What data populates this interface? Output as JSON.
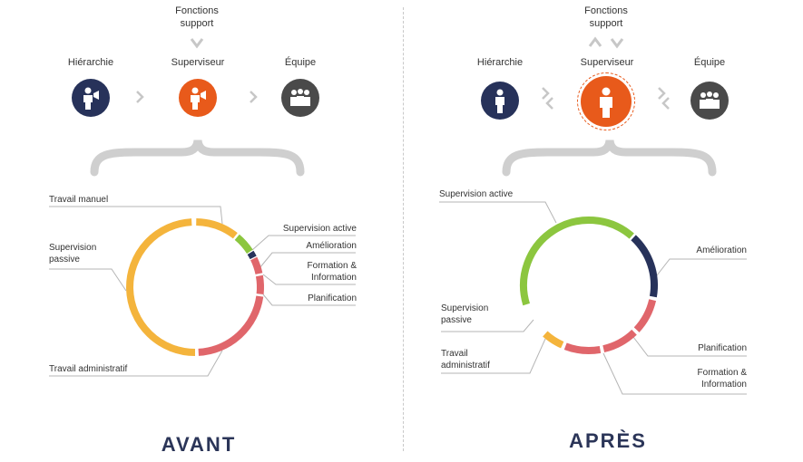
{
  "avant": {
    "heading": "AVANT",
    "support": "Fonctions\nsupport",
    "roles": {
      "hierarchie": "Hiérarchie",
      "superviseur": "Superviseur",
      "equipe": "Équipe"
    },
    "labels": {
      "travail_manuel": "Travail manuel",
      "supervision_passive": "Supervision\npassive",
      "travail_administratif": "Travail administratif",
      "supervision_active": "Supervision active",
      "amelioration": "Amélioration",
      "formation": "Formation &\nInformation",
      "planification": "Planification"
    }
  },
  "apres": {
    "heading": "APRÈS",
    "support": "Fonctions\nsupport",
    "roles": {
      "hierarchie": "Hiérarchie",
      "superviseur": "Superviseur",
      "equipe": "Équipe"
    },
    "labels": {
      "supervision_active": "Supervision active",
      "amelioration": "Amélioration",
      "supervision_passive": "Supervision\npassive",
      "travail_administratif": "Travail\nadministratif",
      "planification": "Planification",
      "formation": "Formation &\nInformation"
    }
  },
  "colors": {
    "navy": "#27325a",
    "orange": "#e85a1b",
    "grey": "#4a4a4a",
    "yellow": "#f4b43c",
    "green": "#8cc63f",
    "red": "#e0666b",
    "bracket": "#cfcfcf"
  },
  "icons": {
    "hierarchie_avant": "person-megaphone-icon",
    "superviseur_avant": "person-megaphone-icon",
    "equipe": "group-icon",
    "hierarchie_apres": "person-icon",
    "superviseur_apres": "person-icon"
  }
}
